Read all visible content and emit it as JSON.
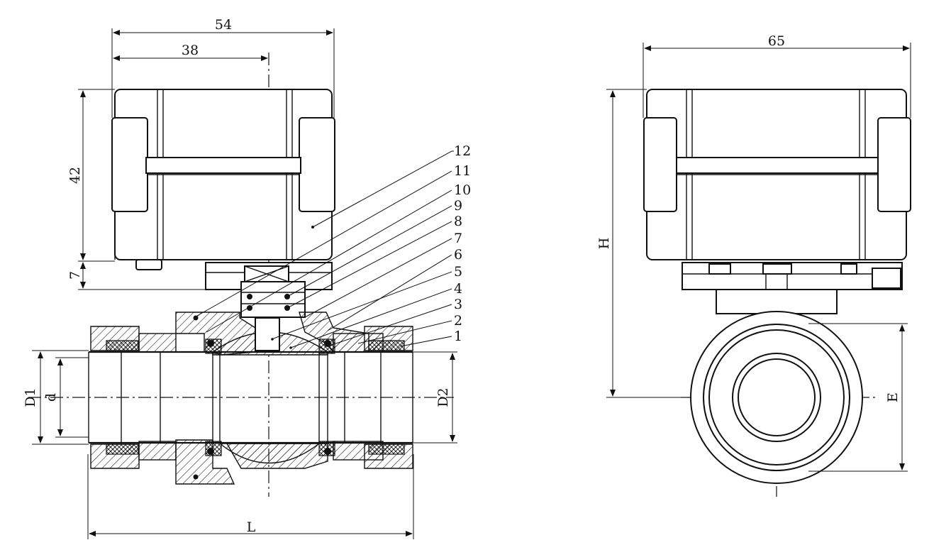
{
  "dimensions": {
    "front_width_total": "54",
    "front_width_to_axis": "38",
    "actuator_height": "42",
    "bracket_height": "7",
    "outer_diameter_left": "D1",
    "inner_diameter": "d",
    "outer_diameter_right": "D2",
    "overall_length": "L",
    "side_width": "65",
    "total_height": "H",
    "nut_across": "E"
  },
  "callouts": [
    "12",
    "11",
    "10",
    "9",
    "8",
    "7",
    "6",
    "5",
    "4",
    "3",
    "2",
    "1"
  ]
}
